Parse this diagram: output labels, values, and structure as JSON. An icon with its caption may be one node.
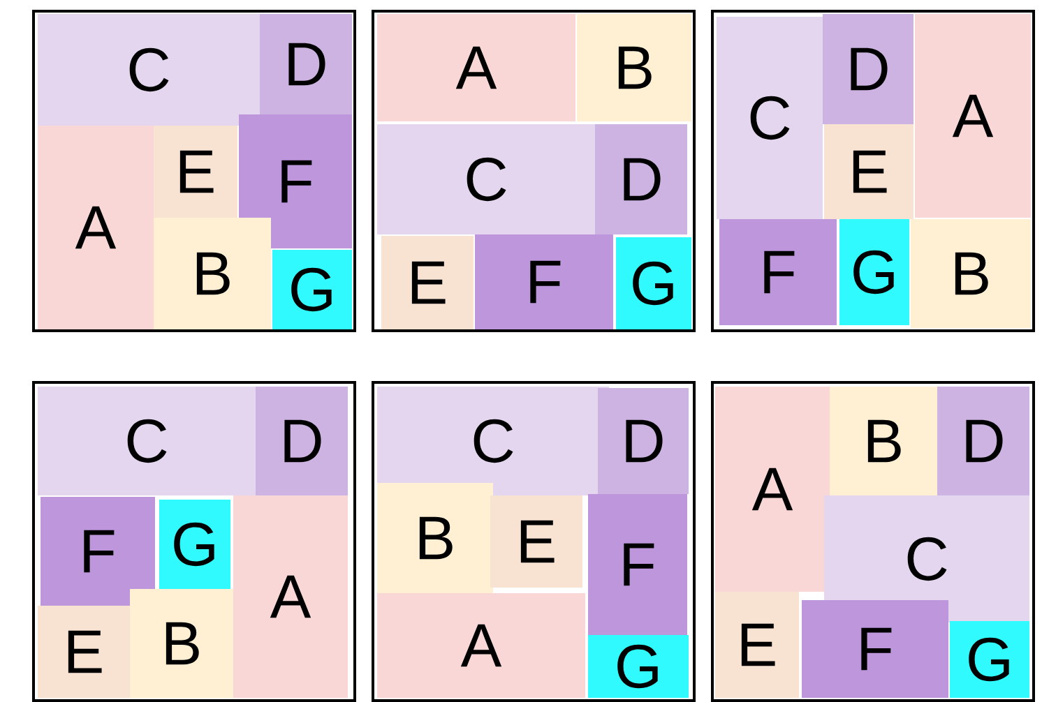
{
  "diagram": {
    "nodes": [
      {
        "text": [],
        "shape": "box"
      },
      {
        "text": [
          "C"
        ],
        "in": 0
      },
      {
        "text": [
          "D"
        ],
        "in": 0
      },
      {
        "text": [
          "A"
        ],
        "in": 0
      },
      {
        "text": [
          "E"
        ],
        "in": 0
      },
      {
        "text": [
          "F"
        ],
        "in": 0
      },
      {
        "text": [
          "B"
        ],
        "in": 0
      },
      {
        "text": [
          "G"
        ],
        "in": 0
      },
      {
        "text": [],
        "shape": "box"
      },
      {
        "text": [
          "A"
        ],
        "in": 8
      },
      {
        "text": [
          "B"
        ],
        "in": 8
      },
      {
        "text": [
          "C"
        ],
        "in": 8
      },
      {
        "text": [
          "D"
        ],
        "in": 8
      },
      {
        "text": [
          "E"
        ],
        "in": 8
      },
      {
        "text": [
          "F"
        ],
        "in": 8
      },
      {
        "text": [
          "G"
        ],
        "in": 8
      },
      {
        "text": [],
        "shape": "box"
      },
      {
        "text": [
          "C"
        ],
        "in": 16
      },
      {
        "text": [
          "D"
        ],
        "in": 16
      },
      {
        "text": [
          "E"
        ],
        "in": 16
      },
      {
        "text": [
          "A"
        ],
        "in": 16
      },
      {
        "text": [
          "F"
        ],
        "in": 16
      },
      {
        "text": [
          "G"
        ],
        "in": 16
      },
      {
        "text": [
          "B"
        ],
        "in": 16
      },
      {
        "text": [],
        "shape": "box"
      },
      {
        "text": [
          "C"
        ],
        "in": 24
      },
      {
        "text": [
          "D"
        ],
        "in": 24
      },
      {
        "text": [
          "F"
        ],
        "in": 24
      },
      {
        "text": [
          "G"
        ],
        "in": 24
      },
      {
        "text": [
          "A"
        ],
        "in": 24
      },
      {
        "text": [
          "E"
        ],
        "in": 24
      },
      {
        "text": [
          "B"
        ],
        "in": 24
      },
      {
        "text": [],
        "shape": "box"
      },
      {
        "text": [
          "C"
        ],
        "in": 32
      },
      {
        "text": [
          "D"
        ],
        "in": 32
      },
      {
        "text": [
          "B"
        ],
        "in": 32
      },
      {
        "text": [
          "E"
        ],
        "in": 32
      },
      {
        "text": [
          "F"
        ],
        "in": 32
      },
      {
        "text": [
          "A"
        ],
        "in": 32
      },
      {
        "text": [
          "G"
        ],
        "in": 32
      },
      {
        "text": [],
        "shape": "box"
      },
      {
        "text": [
          "A"
        ],
        "in": 40
      },
      {
        "text": [
          "B"
        ],
        "in": 40
      },
      {
        "text": [
          "D"
        ],
        "in": 40
      },
      {
        "text": [
          "C"
        ],
        "in": 40
      },
      {
        "text": [
          "E"
        ],
        "in": 40
      },
      {
        "text": [
          "F"
        ],
        "in": 40
      },
      {
        "text": [
          "G"
        ],
        "in": 40
      }
    ]
  }
}
